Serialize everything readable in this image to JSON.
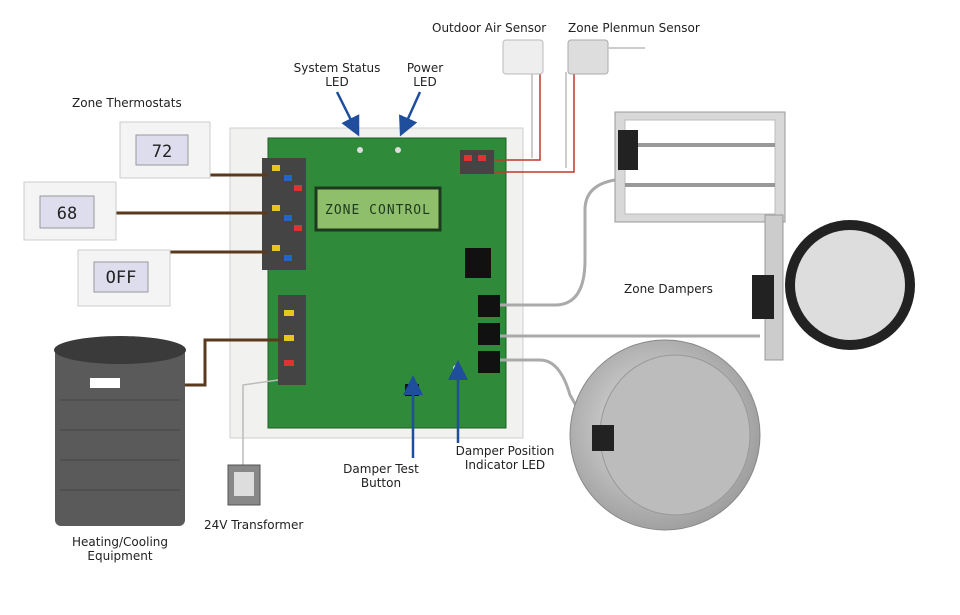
{
  "labels": {
    "outdoor_air_sensor": "Outdoor Air Sensor",
    "zone_plenum_sensor": "Zone Plenmun Sensor",
    "system_status_led": "System Status LED",
    "power_led": "Power LED",
    "zone_thermostats": "Zone Thermostats",
    "zone_dampers": "Zone Dampers",
    "damper_test_button": "Damper Test Button",
    "damper_position_led": "Damper Position Indicator LED",
    "transformer": "24V Transformer",
    "equipment": "Heating/Cooling Equipment"
  },
  "board": {
    "display_text": "ZONE CONTROL"
  },
  "thermostats": [
    {
      "display": "72"
    },
    {
      "display": "68"
    },
    {
      "display": "OFF"
    }
  ],
  "colors": {
    "board_green": "#2f8a3a",
    "lcd_green": "#8fbf6a",
    "arrow_blue": "#1f4e9c",
    "wire_brown": "#5a3a1e",
    "wire_red": "#c0392b"
  }
}
